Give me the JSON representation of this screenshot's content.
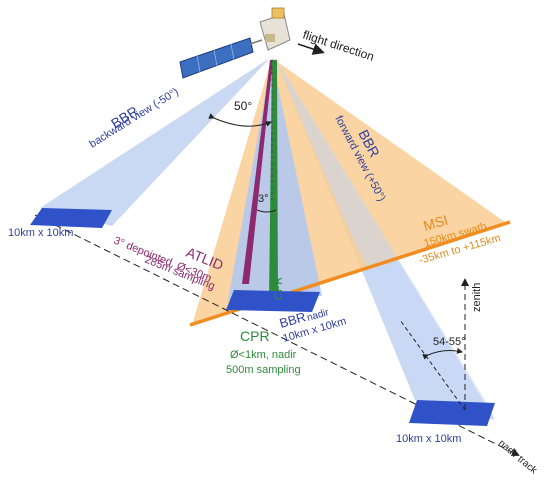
{
  "labels": {
    "flight_direction": "flight direction",
    "angle_50": "50°",
    "angle_3": "3°",
    "bbr_back_title": "BBR",
    "bbr_back_sub": "backward view (-50°)",
    "bbr_fwd_title": "BBR",
    "bbr_fwd_sub": "forward view (+50°)",
    "msi_title": "MSI",
    "msi_swath": "150km swath",
    "msi_range": "-35km to +115km",
    "atlid_title": "ATLID",
    "atlid_line1": "3° depointed, Ø<30m",
    "atlid_line2": "285m sampling",
    "cpr_beam": "CPR",
    "cpr_title": "CPR",
    "cpr_line1": "Ø<1km, nadir",
    "cpr_line2": "500m sampling",
    "bbr_nadir_title": "BBR",
    "bbr_nadir_sub": "nadir",
    "bbr_nadir_size": "10km x 10km",
    "footprint_left": "10km x 10km",
    "footprint_right": "10km x 10km",
    "zenith": "zenith",
    "angle_54": "54-55°",
    "nadir_track": "nadir track"
  },
  "colors": {
    "bbr_fill": "#b9cdf0",
    "bbr_label": "#2f3fa0",
    "msi_fill": "#f9c98a",
    "msi_line": "#f28c1e",
    "msi_label": "#e48a1c",
    "atlid": "#8b2a6e",
    "cpr": "#2e8b3c",
    "footprint": "#2f52c8",
    "track": "#222222"
  }
}
